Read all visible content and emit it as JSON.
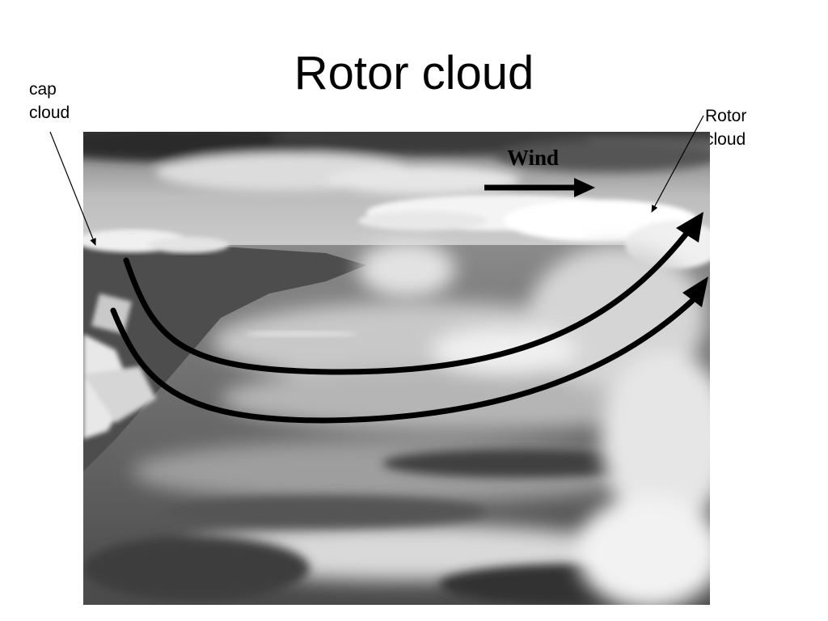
{
  "slide": {
    "title": "Rotor cloud",
    "labels": {
      "cap_cloud": [
        "cap",
        "cloud"
      ],
      "rotor_cloud": [
        "Rotor",
        "cloud"
      ],
      "wind": "Wind"
    }
  },
  "colors": {
    "text": "#000000",
    "background": "#ffffff",
    "arrow": "#000000"
  }
}
